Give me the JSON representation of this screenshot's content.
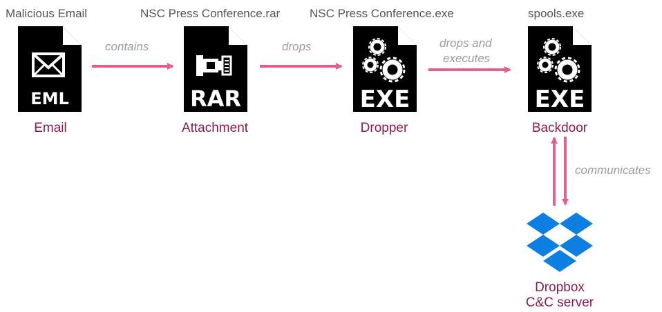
{
  "nodes": [
    {
      "filename": "Malicious Email",
      "role": "Email",
      "badge": "EML",
      "icon": "envelope-icon"
    },
    {
      "filename": "NSC Press Conference.rar",
      "role": "Attachment",
      "badge": "RAR",
      "icon": "archive-press-icon"
    },
    {
      "filename": "NSC Press Conference.exe",
      "role": "Dropper",
      "badge": "EXE",
      "icon": "gears-icon"
    },
    {
      "filename": "spools.exe",
      "role": "Backdoor",
      "badge": "EXE",
      "icon": "gears-icon"
    }
  ],
  "server": {
    "line1": "Dropbox",
    "line2": "C&C server",
    "icon": "dropbox-logo-icon"
  },
  "edges": {
    "contains": "contains",
    "drops": "drops",
    "drops_executes_line1": "drops and",
    "drops_executes_line2": "executes",
    "communicates": "communicates"
  },
  "colors": {
    "arrow": "#e0608f",
    "role_text": "#8b1a4e",
    "filename_text": "#555555",
    "edge_text": "#9b9b9b",
    "dropbox_blue": "#0d7fe0"
  }
}
